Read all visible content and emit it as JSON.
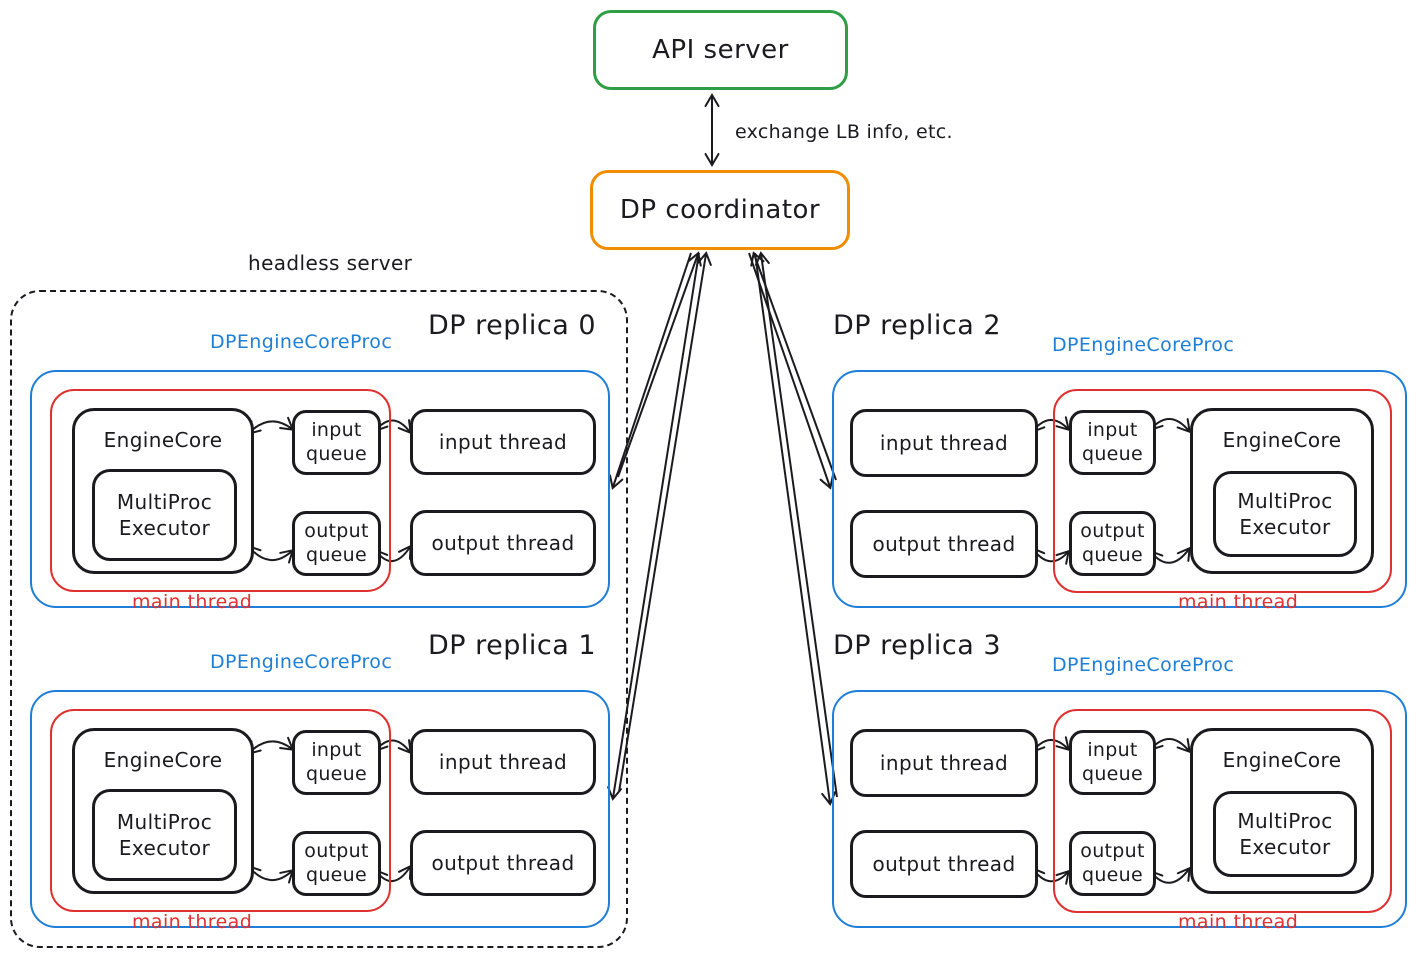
{
  "colors": {
    "ink": "#1b1b1f",
    "green": "#2f9e44",
    "orange": "#f08c00",
    "blue": "#1f7ed6",
    "red": "#e03131"
  },
  "api_server": {
    "label": "API server"
  },
  "coordinator": {
    "label": "DP coordinator"
  },
  "link_label": "exchange LB info, etc.",
  "headless_group": {
    "label": "headless server"
  },
  "replicas": [
    {
      "title": "DP replica 0",
      "proc_label": "DPEngineCoreProc",
      "engine_core_label": "EngineCore",
      "executor_lines": [
        "MultiProc",
        "Executor"
      ],
      "input_queue_lines": [
        "input",
        "queue"
      ],
      "output_queue_lines": [
        "output",
        "queue"
      ],
      "input_thread_label": "input thread",
      "output_thread_label": "output thread",
      "main_thread_label": "main thread"
    },
    {
      "title": "DP replica 1",
      "proc_label": "DPEngineCoreProc",
      "engine_core_label": "EngineCore",
      "executor_lines": [
        "MultiProc",
        "Executor"
      ],
      "input_queue_lines": [
        "input",
        "queue"
      ],
      "output_queue_lines": [
        "output",
        "queue"
      ],
      "input_thread_label": "input thread",
      "output_thread_label": "output thread",
      "main_thread_label": "main thread"
    },
    {
      "title": "DP replica 2",
      "proc_label": "DPEngineCoreProc",
      "engine_core_label": "EngineCore",
      "executor_lines": [
        "MultiProc",
        "Executor"
      ],
      "input_queue_lines": [
        "input",
        "queue"
      ],
      "output_queue_lines": [
        "output",
        "queue"
      ],
      "input_thread_label": "input thread",
      "output_thread_label": "output thread",
      "main_thread_label": "main thread"
    },
    {
      "title": "DP replica 3",
      "proc_label": "DPEngineCoreProc",
      "engine_core_label": "EngineCore",
      "executor_lines": [
        "MultiProc",
        "Executor"
      ],
      "input_queue_lines": [
        "input",
        "queue"
      ],
      "output_queue_lines": [
        "output",
        "queue"
      ],
      "input_thread_label": "input thread",
      "output_thread_label": "output thread",
      "main_thread_label": "main thread"
    }
  ]
}
